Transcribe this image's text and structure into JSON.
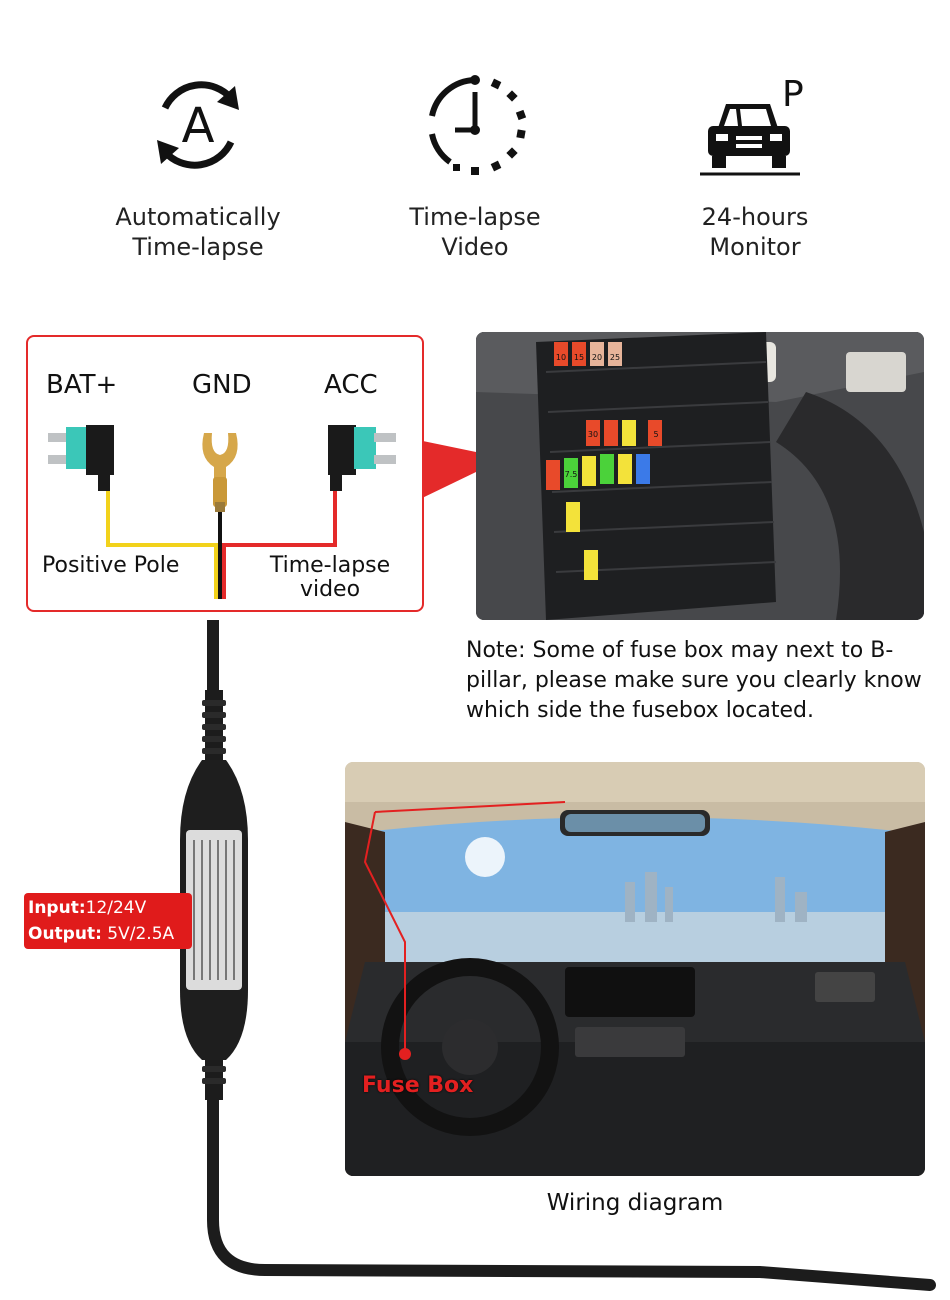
{
  "features": [
    {
      "icon": "auto-timelapse-icon",
      "line1": "Automatically",
      "line2": "Time-lapse"
    },
    {
      "icon": "clock-icon",
      "line1": "Time-lapse",
      "line2": "Video"
    },
    {
      "icon": "parked-car-icon",
      "line1": "24-hours",
      "line2": "Monitor"
    }
  ],
  "wiring": {
    "terminals": {
      "bat": "BAT+",
      "gnd": "GND",
      "acc": "ACC"
    },
    "positive_pole": "Positive Pole",
    "timelapse_line1": "Time-lapse",
    "timelapse_line2": "video"
  },
  "note": "Note: Some of fuse box may next to B-pillar, please make sure you clearly know which side the fusebox located.",
  "specs": {
    "input_label": "Input:",
    "input_value": "12/24V",
    "output_label": "Output:",
    "output_value": "5V/2.5A"
  },
  "fuse_box_label": "Fuse Box",
  "caption": "Wiring diagram",
  "fuse_labels": [
    "10",
    "15",
    "20",
    "25",
    "30",
    "5",
    "7.5"
  ],
  "colors": {
    "accent_red": "#e42a2a",
    "wire_yellow": "#f2d21b",
    "wire_red": "#e42a2a",
    "wire_black": "#111111"
  }
}
